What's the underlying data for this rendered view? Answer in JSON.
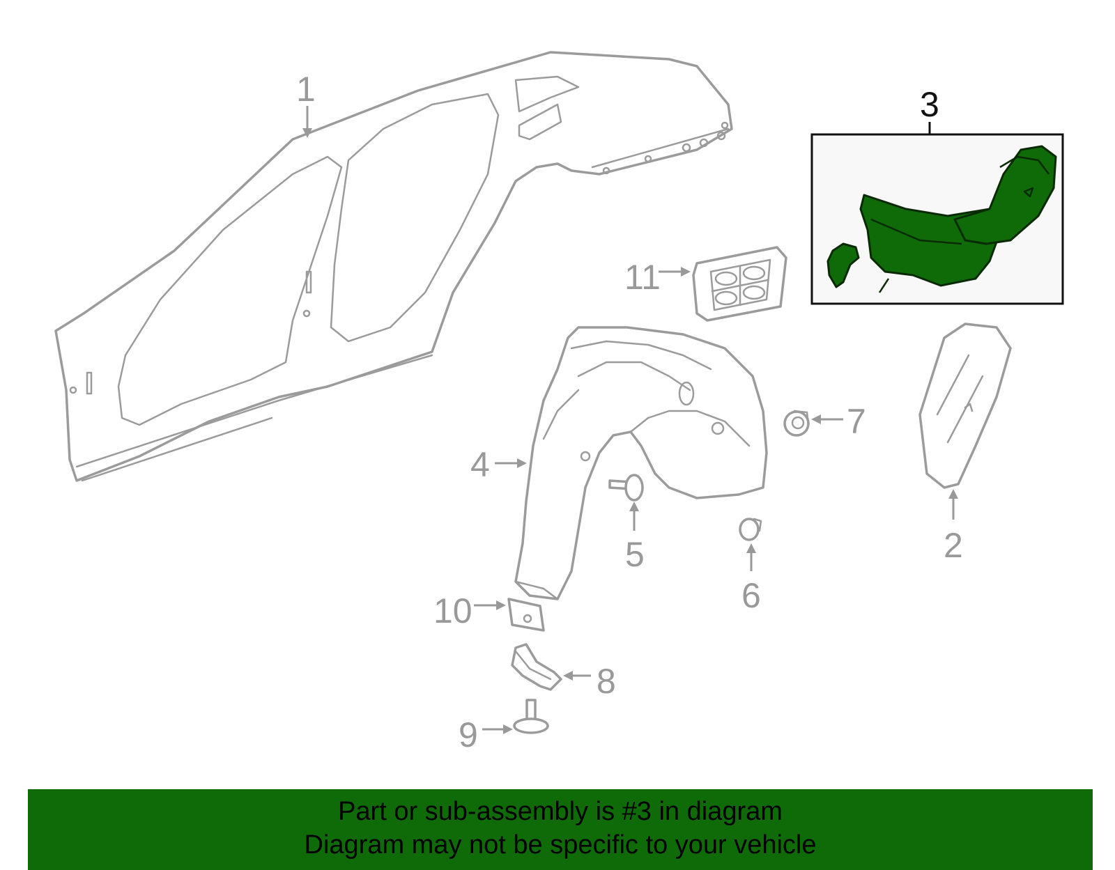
{
  "callouts": {
    "c1": "1",
    "c2": "2",
    "c3": "3",
    "c4": "4",
    "c5": "5",
    "c6": "6",
    "c7": "7",
    "c8": "8",
    "c9": "9",
    "c10": "10",
    "c11": "11"
  },
  "highlighted_part": "3",
  "banner": {
    "line1": "Part or sub-assembly is #3 in diagram",
    "line2": "Diagram may not be specific to your vehicle"
  },
  "colors": {
    "highlight": "#0f6a08",
    "line": "#9b9b9b",
    "banner": "#0f6a08"
  }
}
